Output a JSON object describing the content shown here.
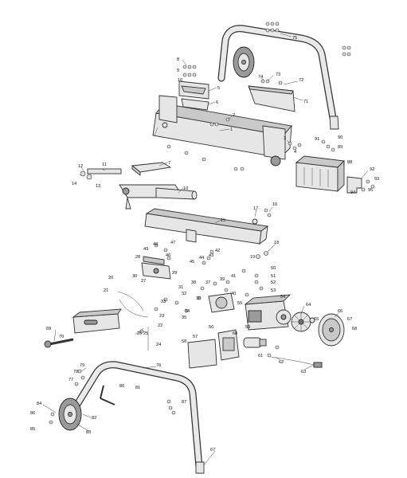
{
  "diagram": {
    "type": "exploded parts diagram",
    "callouts": [
      "1",
      "2",
      "3",
      "4",
      "5",
      "6",
      "7",
      "8",
      "9",
      "10",
      "11",
      "12",
      "13",
      "14",
      "15",
      "16",
      "17",
      "18",
      "19",
      "20",
      "21",
      "22",
      "23",
      "24",
      "25",
      "26",
      "27",
      "28",
      "29",
      "30",
      "31",
      "32",
      "33",
      "34",
      "35",
      "36",
      "37",
      "38",
      "39",
      "40",
      "41",
      "42",
      "43",
      "44",
      "45",
      "46",
      "47",
      "48",
      "49",
      "50",
      "51",
      "52",
      "53",
      "54",
      "55",
      "56",
      "57",
      "58",
      "59",
      "60",
      "61",
      "62",
      "63",
      "64",
      "65",
      "66",
      "67",
      "68",
      "69",
      "70",
      "71",
      "72",
      "73",
      "74",
      "75",
      "76",
      "77",
      "78",
      "79",
      "80",
      "81",
      "82",
      "83",
      "84",
      "85",
      "86",
      "87",
      "88",
      "89",
      "90",
      "91",
      "92",
      "93",
      "94",
      "95"
    ]
  }
}
